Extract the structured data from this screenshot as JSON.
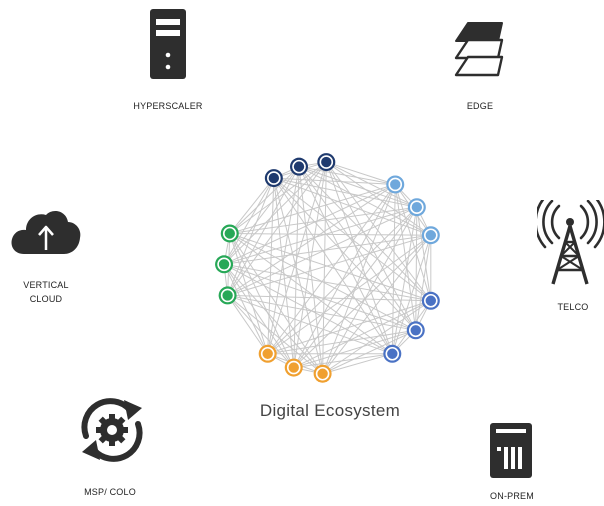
{
  "center": {
    "title": "Digital Ecosystem"
  },
  "nodes": {
    "hyperscaler": {
      "label": "HYPERSCALER",
      "icon": "server-tower-icon"
    },
    "edge": {
      "label": "EDGE",
      "icon": "stacked-layers-icon"
    },
    "vertical_cloud": {
      "label_line1": "VERTICAL",
      "label_line2": "CLOUD",
      "icon": "cloud-upload-icon"
    },
    "telco": {
      "label": "TELCO",
      "icon": "cell-tower-icon"
    },
    "msp_colo": {
      "label": "MSP/ COLO",
      "icon": "gear-cycle-icon"
    },
    "on_prem": {
      "label": "ON-PREM",
      "icon": "storage-appliance-icon"
    }
  },
  "network": {
    "groups": [
      {
        "name": "hyperscaler",
        "color": "#1f3a6e",
        "count": 3
      },
      {
        "name": "edge",
        "color": "#6fa8dc",
        "count": 3
      },
      {
        "name": "telco",
        "color": "#4a72c4",
        "count": 3
      },
      {
        "name": "msp_colo",
        "color": "#f0a030",
        "count": 3
      },
      {
        "name": "vertical_cloud",
        "color": "#27a857",
        "count": 3
      }
    ],
    "edge_color": "#c8c8c8",
    "icon_color": "#2e2e2e"
  }
}
